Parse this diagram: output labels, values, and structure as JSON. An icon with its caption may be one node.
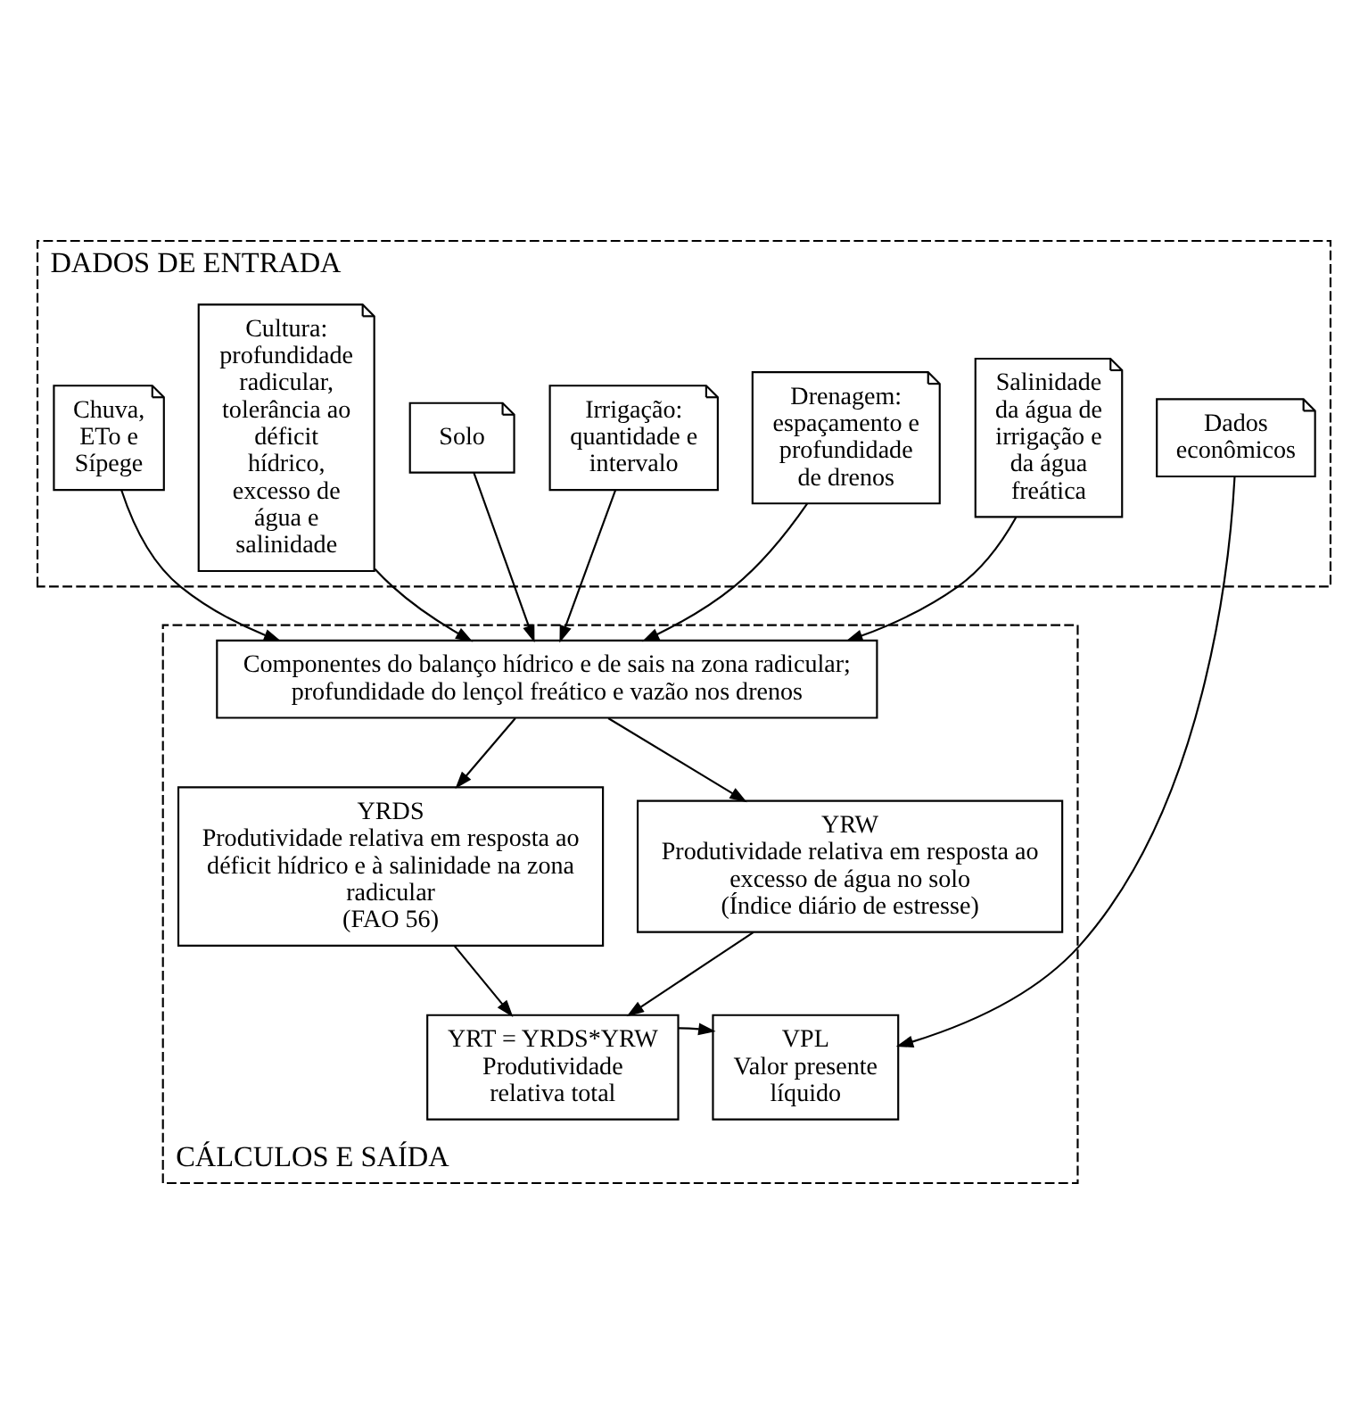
{
  "diagram": {
    "nodes": [
      {
        "text": [
          "DADOS DE ENTRADA"
        ]
      },
      {
        "text": [
          "Chuva, ETo e Sípege"
        ],
        "in": 0
      },
      {
        "text": [
          "Cultura: profundidade radicular, tolerância ao déficit hídrico, excesso de água e salinidade"
        ],
        "in": 0
      },
      {
        "text": [
          "Solo"
        ],
        "in": 0
      },
      {
        "text": [
          "Irrigação: quantidade e intervalo"
        ],
        "in": 0
      },
      {
        "text": [
          "Drenagem: espaçamento e profundidade de drenos"
        ],
        "in": 0
      },
      {
        "text": [
          "Salinidade da água de irrigação e da água freática"
        ],
        "in": 0
      },
      {
        "text": [
          "Dados econômicos"
        ],
        "in": 0
      },
      {
        "text": [
          "CÁLCULOS E SAÍDA"
        ]
      },
      {
        "text": [
          "Componentes do balanço hídrico e de sais na zona radicular;",
          "profundidade do lençol freático e vazão nos drenos"
        ],
        "in": 8
      },
      {
        "text": [
          "YRDS",
          "Produtividade relativa em resposta ao déficit hídrico e à salinidade na zona radicular",
          "(FAO 56)"
        ],
        "in": 8
      },
      {
        "text": [
          "YRW",
          "Produtividade relativa em resposta ao excesso de água no solo",
          "(Índice diário de estresse)"
        ],
        "in": 8
      },
      {
        "text": [
          "YRT = YRDS*YRW",
          "Produtividade relativa total"
        ],
        "in": 8
      },
      {
        "text": [
          "VPL",
          "Valor presente líquido"
        ],
        "in": 8
      }
    ],
    "edges": [
      {
        "from": 1,
        "to": 9,
        "arrow": "to"
      },
      {
        "from": 2,
        "to": 9,
        "arrow": "to"
      },
      {
        "from": 3,
        "to": 9,
        "arrow": "to"
      },
      {
        "from": 4,
        "to": 9,
        "arrow": "to"
      },
      {
        "from": 5,
        "to": 9,
        "arrow": "to"
      },
      {
        "from": 6,
        "to": 9,
        "arrow": "to"
      },
      {
        "from": 9,
        "to": 10,
        "arrow": "to"
      },
      {
        "from": 9,
        "to": 11,
        "arrow": "to"
      },
      {
        "from": 10,
        "to": 12,
        "arrow": "to"
      },
      {
        "from": 11,
        "to": 12,
        "arrow": "to"
      },
      {
        "from": 12,
        "to": 13,
        "arrow": "to"
      },
      {
        "from": 7,
        "to": 13,
        "arrow": "to"
      }
    ]
  }
}
